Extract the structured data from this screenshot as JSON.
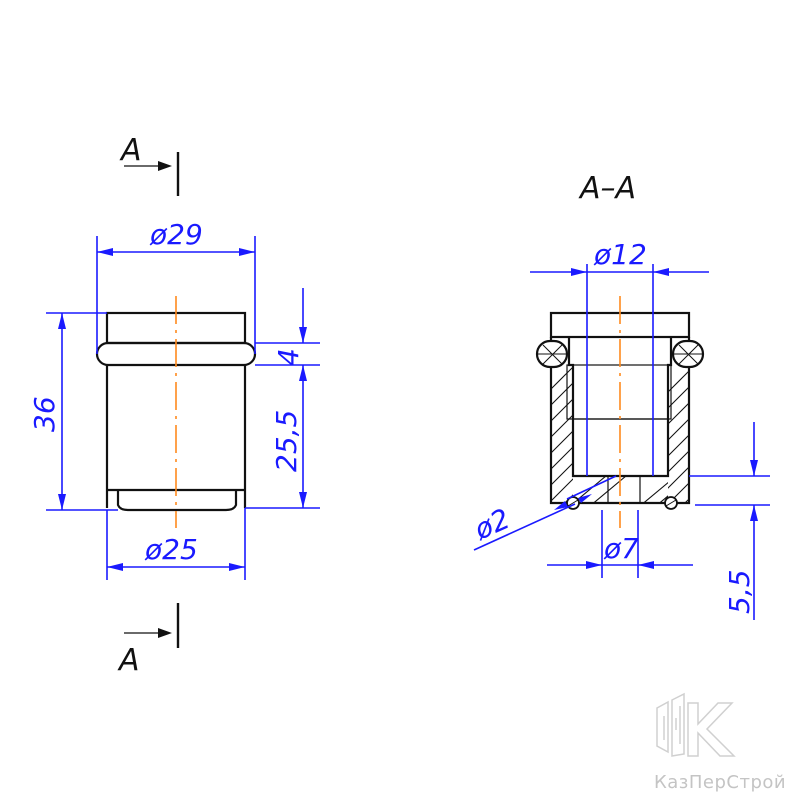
{
  "view_left": {
    "section_mark_top": "A",
    "section_mark_bottom": "A",
    "dim_diameter_top": "ø29",
    "dim_diameter_bottom": "ø25",
    "dim_height_total": "36",
    "dim_ring_width": "4",
    "dim_body_height": "25,5"
  },
  "view_section": {
    "title": "A–A",
    "dim_inner_diameter": "ø12",
    "dim_hole_diameter": "ø7",
    "dim_ring_diameter": "ø2",
    "dim_bottom_thickness": "5,5"
  },
  "watermark": {
    "text": "КазПерСтрой"
  },
  "colors": {
    "dimension": "#1a1aff",
    "outline": "#111111",
    "axis": "#ff8a1e",
    "watermark": "#c4c4c4"
  }
}
